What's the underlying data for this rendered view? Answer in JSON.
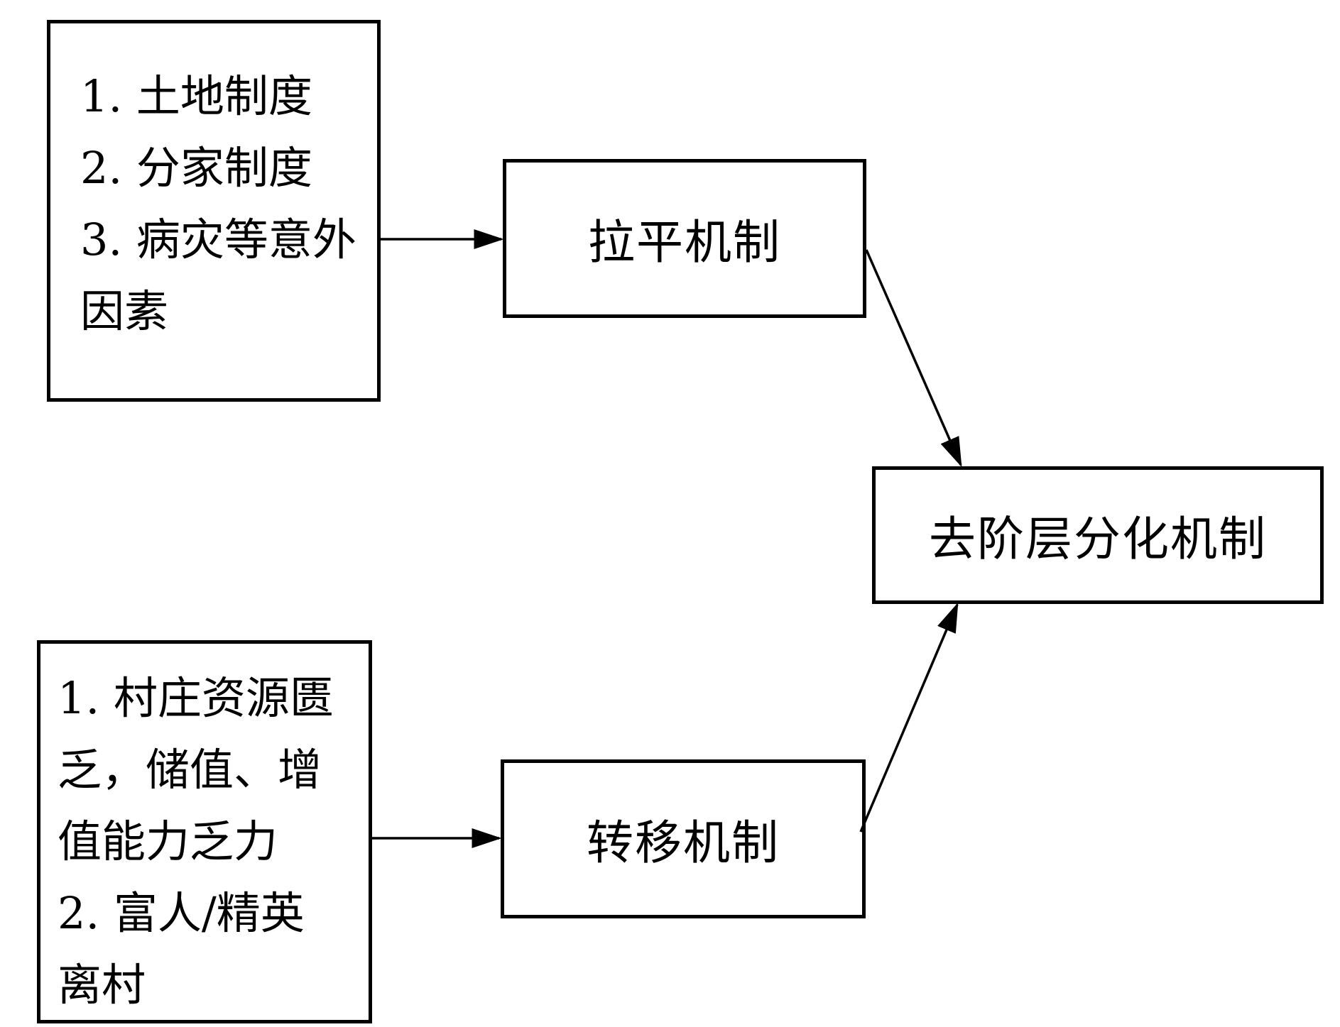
{
  "factors_top": {
    "lines": [
      "1. 土地制度",
      "2. 分家制度",
      "3. 病灾等意外",
      "因素"
    ]
  },
  "factors_bottom": {
    "lines": [
      "1. 村庄资源匮",
      "乏，储值、增",
      "值能力乏力",
      "2. 富人/精英",
      "离村"
    ]
  },
  "mechanisms": {
    "leveling": "拉平机制",
    "transfer": "转移机制",
    "destratification": "去阶层分化机制"
  }
}
